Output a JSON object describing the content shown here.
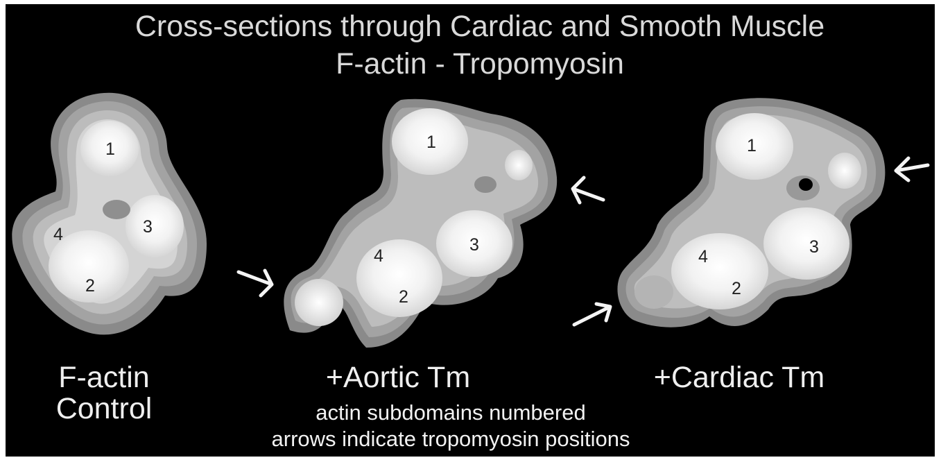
{
  "title": {
    "line1": "Cross-sections through Cardiac and Smooth Muscle",
    "line2": "F-actin - Tropomyosin"
  },
  "panels": [
    {
      "label_line1": "F-actin",
      "label_line2": "Control",
      "subdomains": [
        "1",
        "2",
        "3",
        "4"
      ]
    },
    {
      "label": "+Aortic Tm",
      "subdomains": [
        "1",
        "2",
        "3",
        "4"
      ]
    },
    {
      "label": "+Cardiac Tm",
      "subdomains": [
        "1",
        "2",
        "3",
        "4"
      ]
    }
  ],
  "notes": {
    "line1": "actin subdomains numbered",
    "line2": "arrows indicate tropomyosin positions"
  },
  "colors": {
    "background": "#000000",
    "density_outer": "#8c8c8c",
    "density_inner": "#ffffff",
    "text": "#eeeeee"
  }
}
